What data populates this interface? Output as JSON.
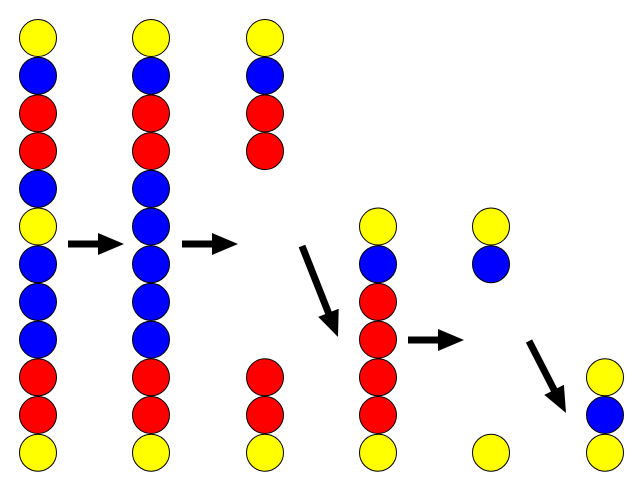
{
  "palette": {
    "Y": "#ffff00",
    "B": "#0000ff",
    "R": "#ff0000",
    "arrow": "#000000",
    "outline": "#000000"
  },
  "stacks": [
    {
      "id": "stack-1",
      "slots": [
        "Y",
        "B",
        "R",
        "R",
        "B",
        "Y",
        "B",
        "B",
        "B",
        "R",
        "R",
        "Y"
      ]
    },
    {
      "id": "stack-2",
      "slots": [
        "Y",
        "B",
        "R",
        "R",
        "B",
        "B",
        "B",
        "B",
        "B",
        "R",
        "R",
        "Y"
      ]
    },
    {
      "id": "stack-3",
      "slots": [
        "Y",
        "B",
        "R",
        "R",
        null,
        null,
        null,
        null,
        null,
        "R",
        "R",
        "Y"
      ]
    },
    {
      "id": "stack-4",
      "slots": [
        null,
        null,
        null,
        null,
        null,
        "Y",
        "B",
        "R",
        "R",
        "R",
        "R",
        "Y"
      ]
    },
    {
      "id": "stack-5",
      "slots": [
        null,
        null,
        null,
        null,
        null,
        "Y",
        "B",
        null,
        null,
        null,
        null,
        "Y"
      ]
    },
    {
      "id": "stack-6",
      "slots": [
        null,
        null,
        null,
        null,
        null,
        null,
        null,
        null,
        null,
        "Y",
        "B",
        "Y"
      ]
    }
  ],
  "arrows": [
    {
      "id": "arrow-1",
      "direction": "right"
    },
    {
      "id": "arrow-2",
      "direction": "right"
    },
    {
      "id": "arrow-3",
      "direction": "down-right"
    },
    {
      "id": "arrow-4",
      "direction": "right"
    },
    {
      "id": "arrow-5",
      "direction": "down-right"
    }
  ]
}
